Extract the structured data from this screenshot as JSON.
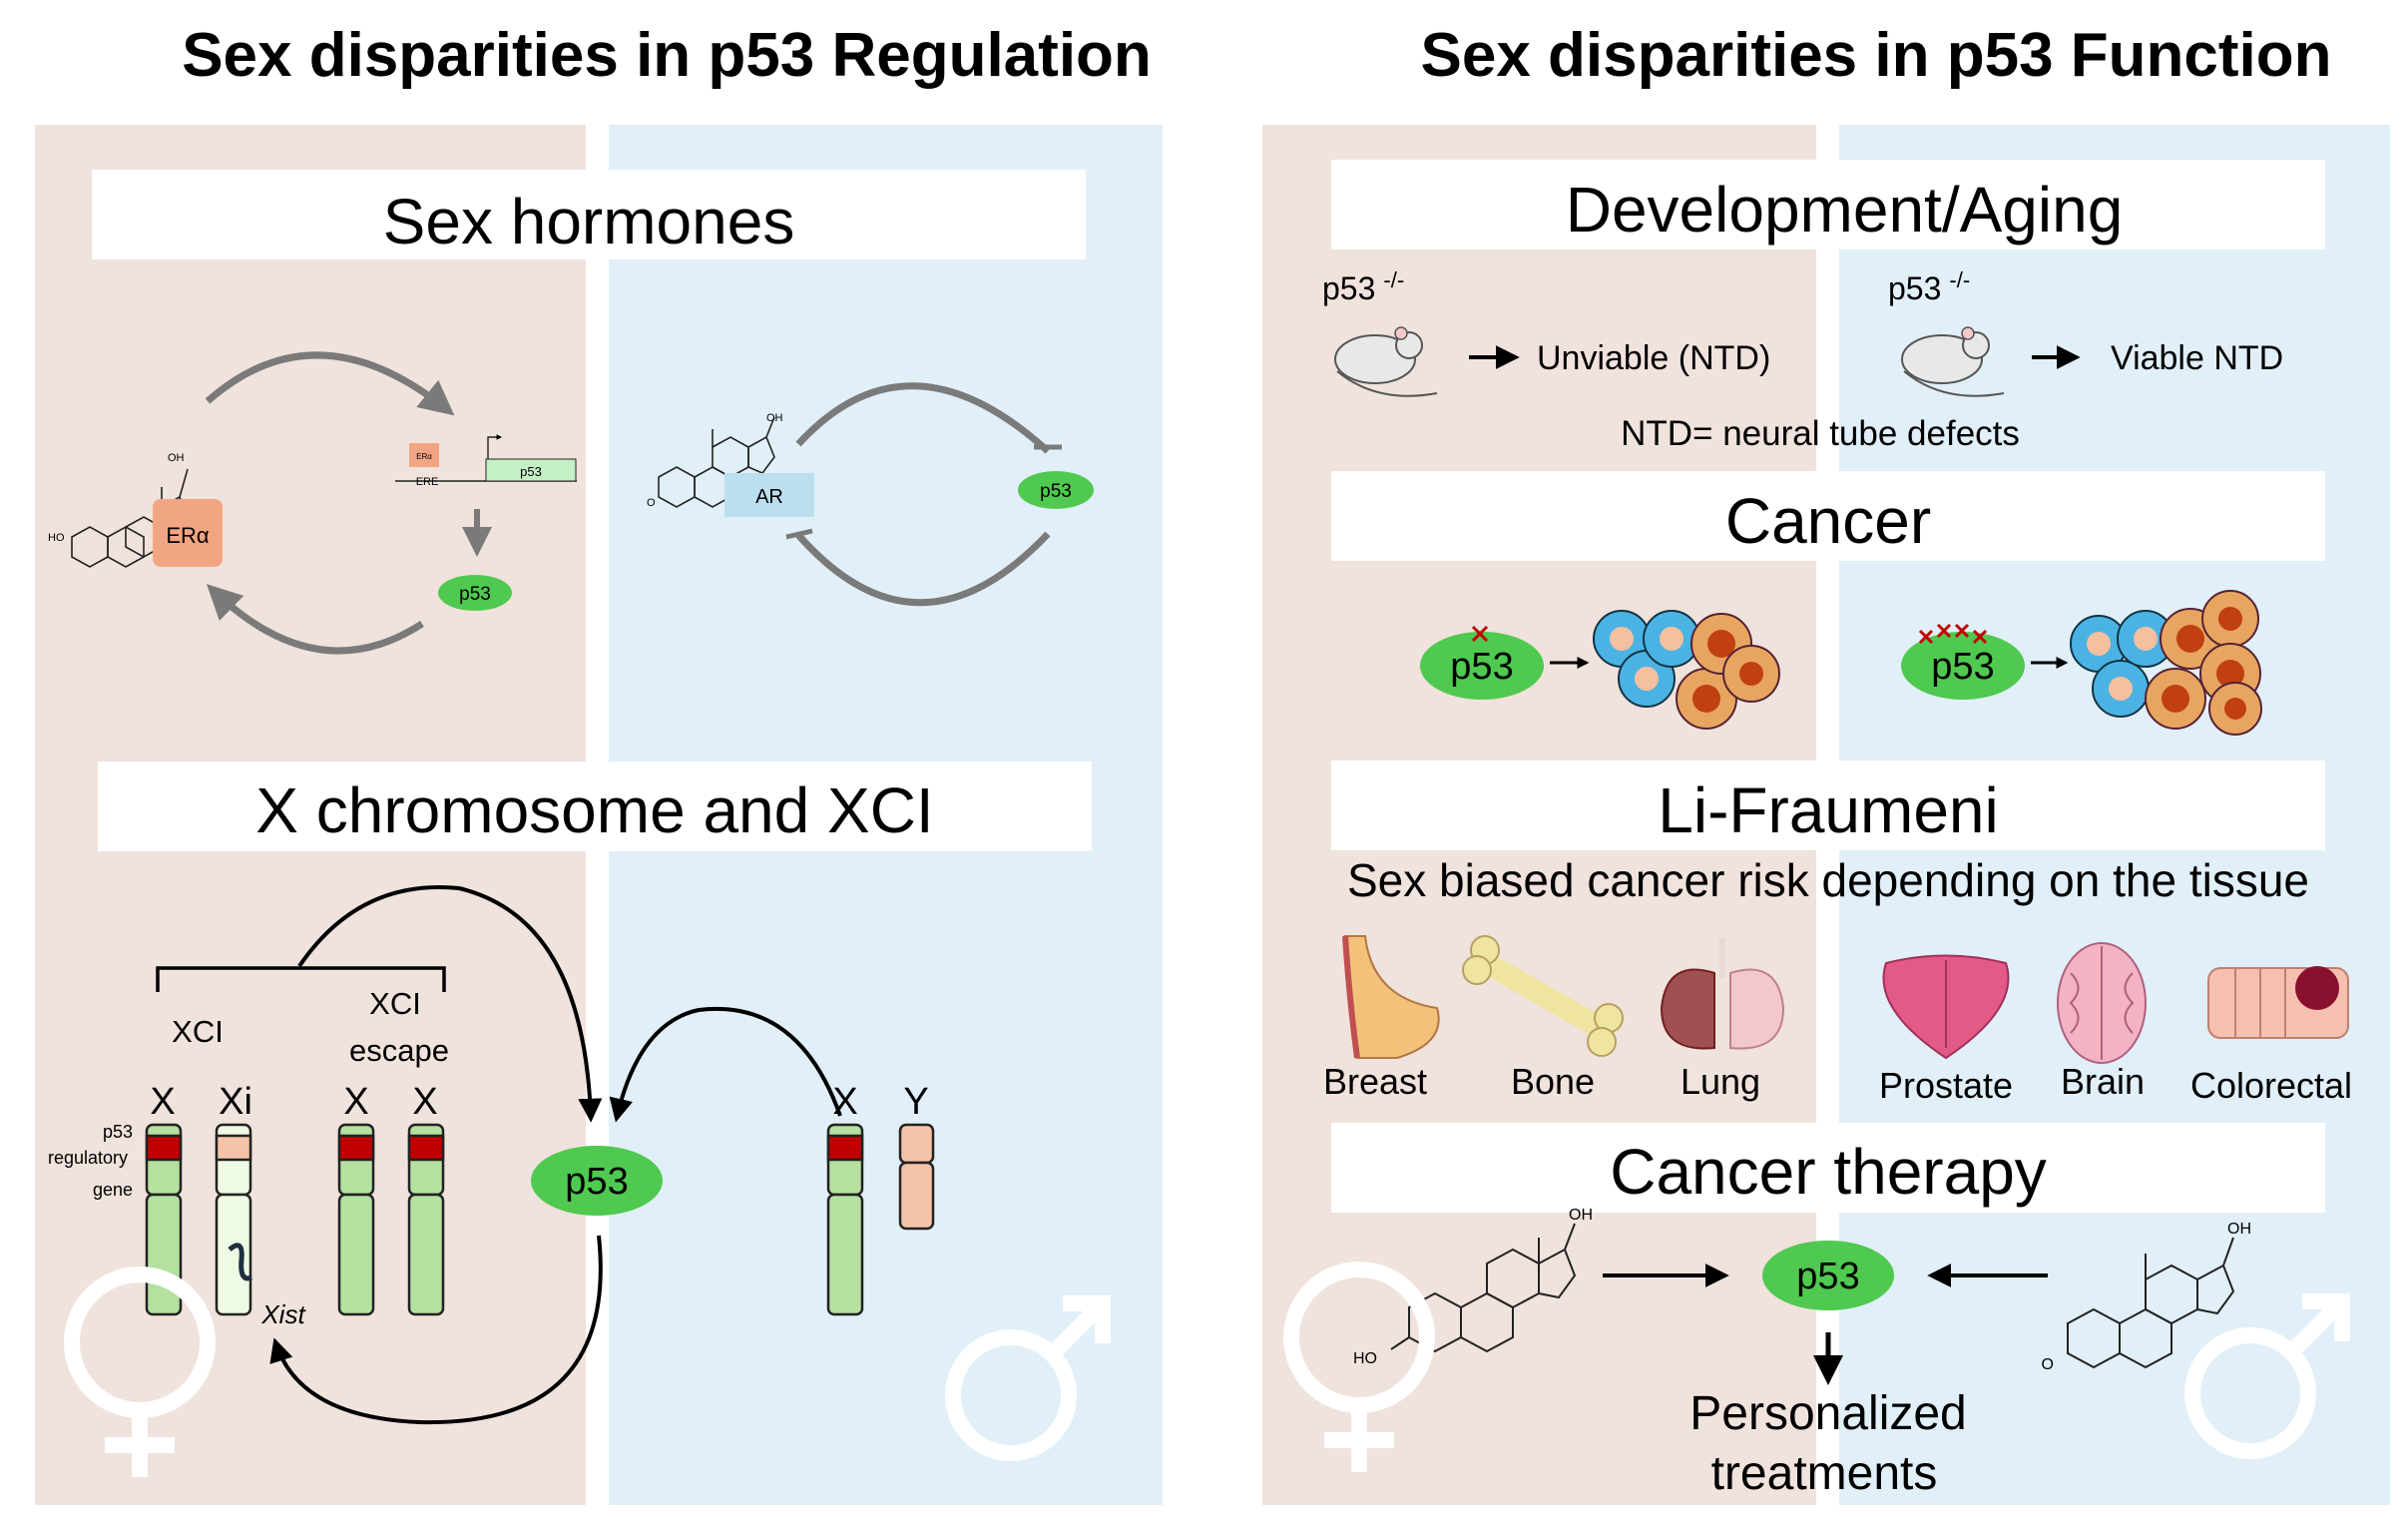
{
  "titles": {
    "regulation": "Sex disparities in p53 Regulation",
    "function": "Sex disparities in p53 Function"
  },
  "regulation": {
    "hormones_header": "Sex hormones",
    "xci_header": "X chromosome and XCI",
    "estradiol_oh": "OH",
    "estradiol_ho": "HO",
    "era": "ERα",
    "era_small": "ERα",
    "ere": "ERE",
    "p53_gene": "p53",
    "p53_female": "p53",
    "ar": "AR",
    "androgen_oh": "OH",
    "androgen_o": "O",
    "p53_male": "p53",
    "xci_label": "XCI",
    "xci_escape_1": "XCI",
    "xci_escape_2": "escape",
    "chr_x1": "X",
    "chr_xi": "Xi",
    "chr_x2": "X",
    "chr_x3": "X",
    "reg_gene_1": "p53",
    "reg_gene_2": "regulatory",
    "reg_gene_3": "gene",
    "xist": "Xist",
    "p53_center": "p53",
    "male_x": "X",
    "male_y": "Y"
  },
  "function": {
    "dev_header": "Development/Aging",
    "female_genotype": "p53",
    "female_genotype_sup": "-/-",
    "female_outcome": "Unviable (NTD)",
    "male_genotype": "p53",
    "male_genotype_sup": "-/-",
    "male_outcome": "Viable NTD",
    "ntd_note": "NTD= neural tube defects",
    "cancer_header": "Cancer",
    "p53_cancer_f": "p53",
    "p53_cancer_m": "p53",
    "lf_header": "Li-Fraumeni",
    "lf_sub": "Sex biased cancer risk depending on the tissue",
    "tissues_female": [
      "Breast",
      "Bone",
      "Lung"
    ],
    "tissues_male": [
      "Prostate",
      "Brain",
      "Colorectal"
    ],
    "therapy_header": "Cancer therapy",
    "therapy_ho": "HO",
    "therapy_oh_f": "OH",
    "therapy_oh_m": "OH",
    "therapy_o": "O",
    "p53_therapy": "p53",
    "personalized_1": "Personalized",
    "personalized_2": "treatments"
  },
  "colors": {
    "female_bg": "#f0e2dc",
    "male_bg": "#e1eff8",
    "p53_green": "#4fc94f",
    "era_orange": "#f2a583",
    "ar_blue": "#bcdff0",
    "chrom_green": "#b5e0a0",
    "chrom_red": "#c00000",
    "chrom_peach": "#f5c4a8"
  }
}
